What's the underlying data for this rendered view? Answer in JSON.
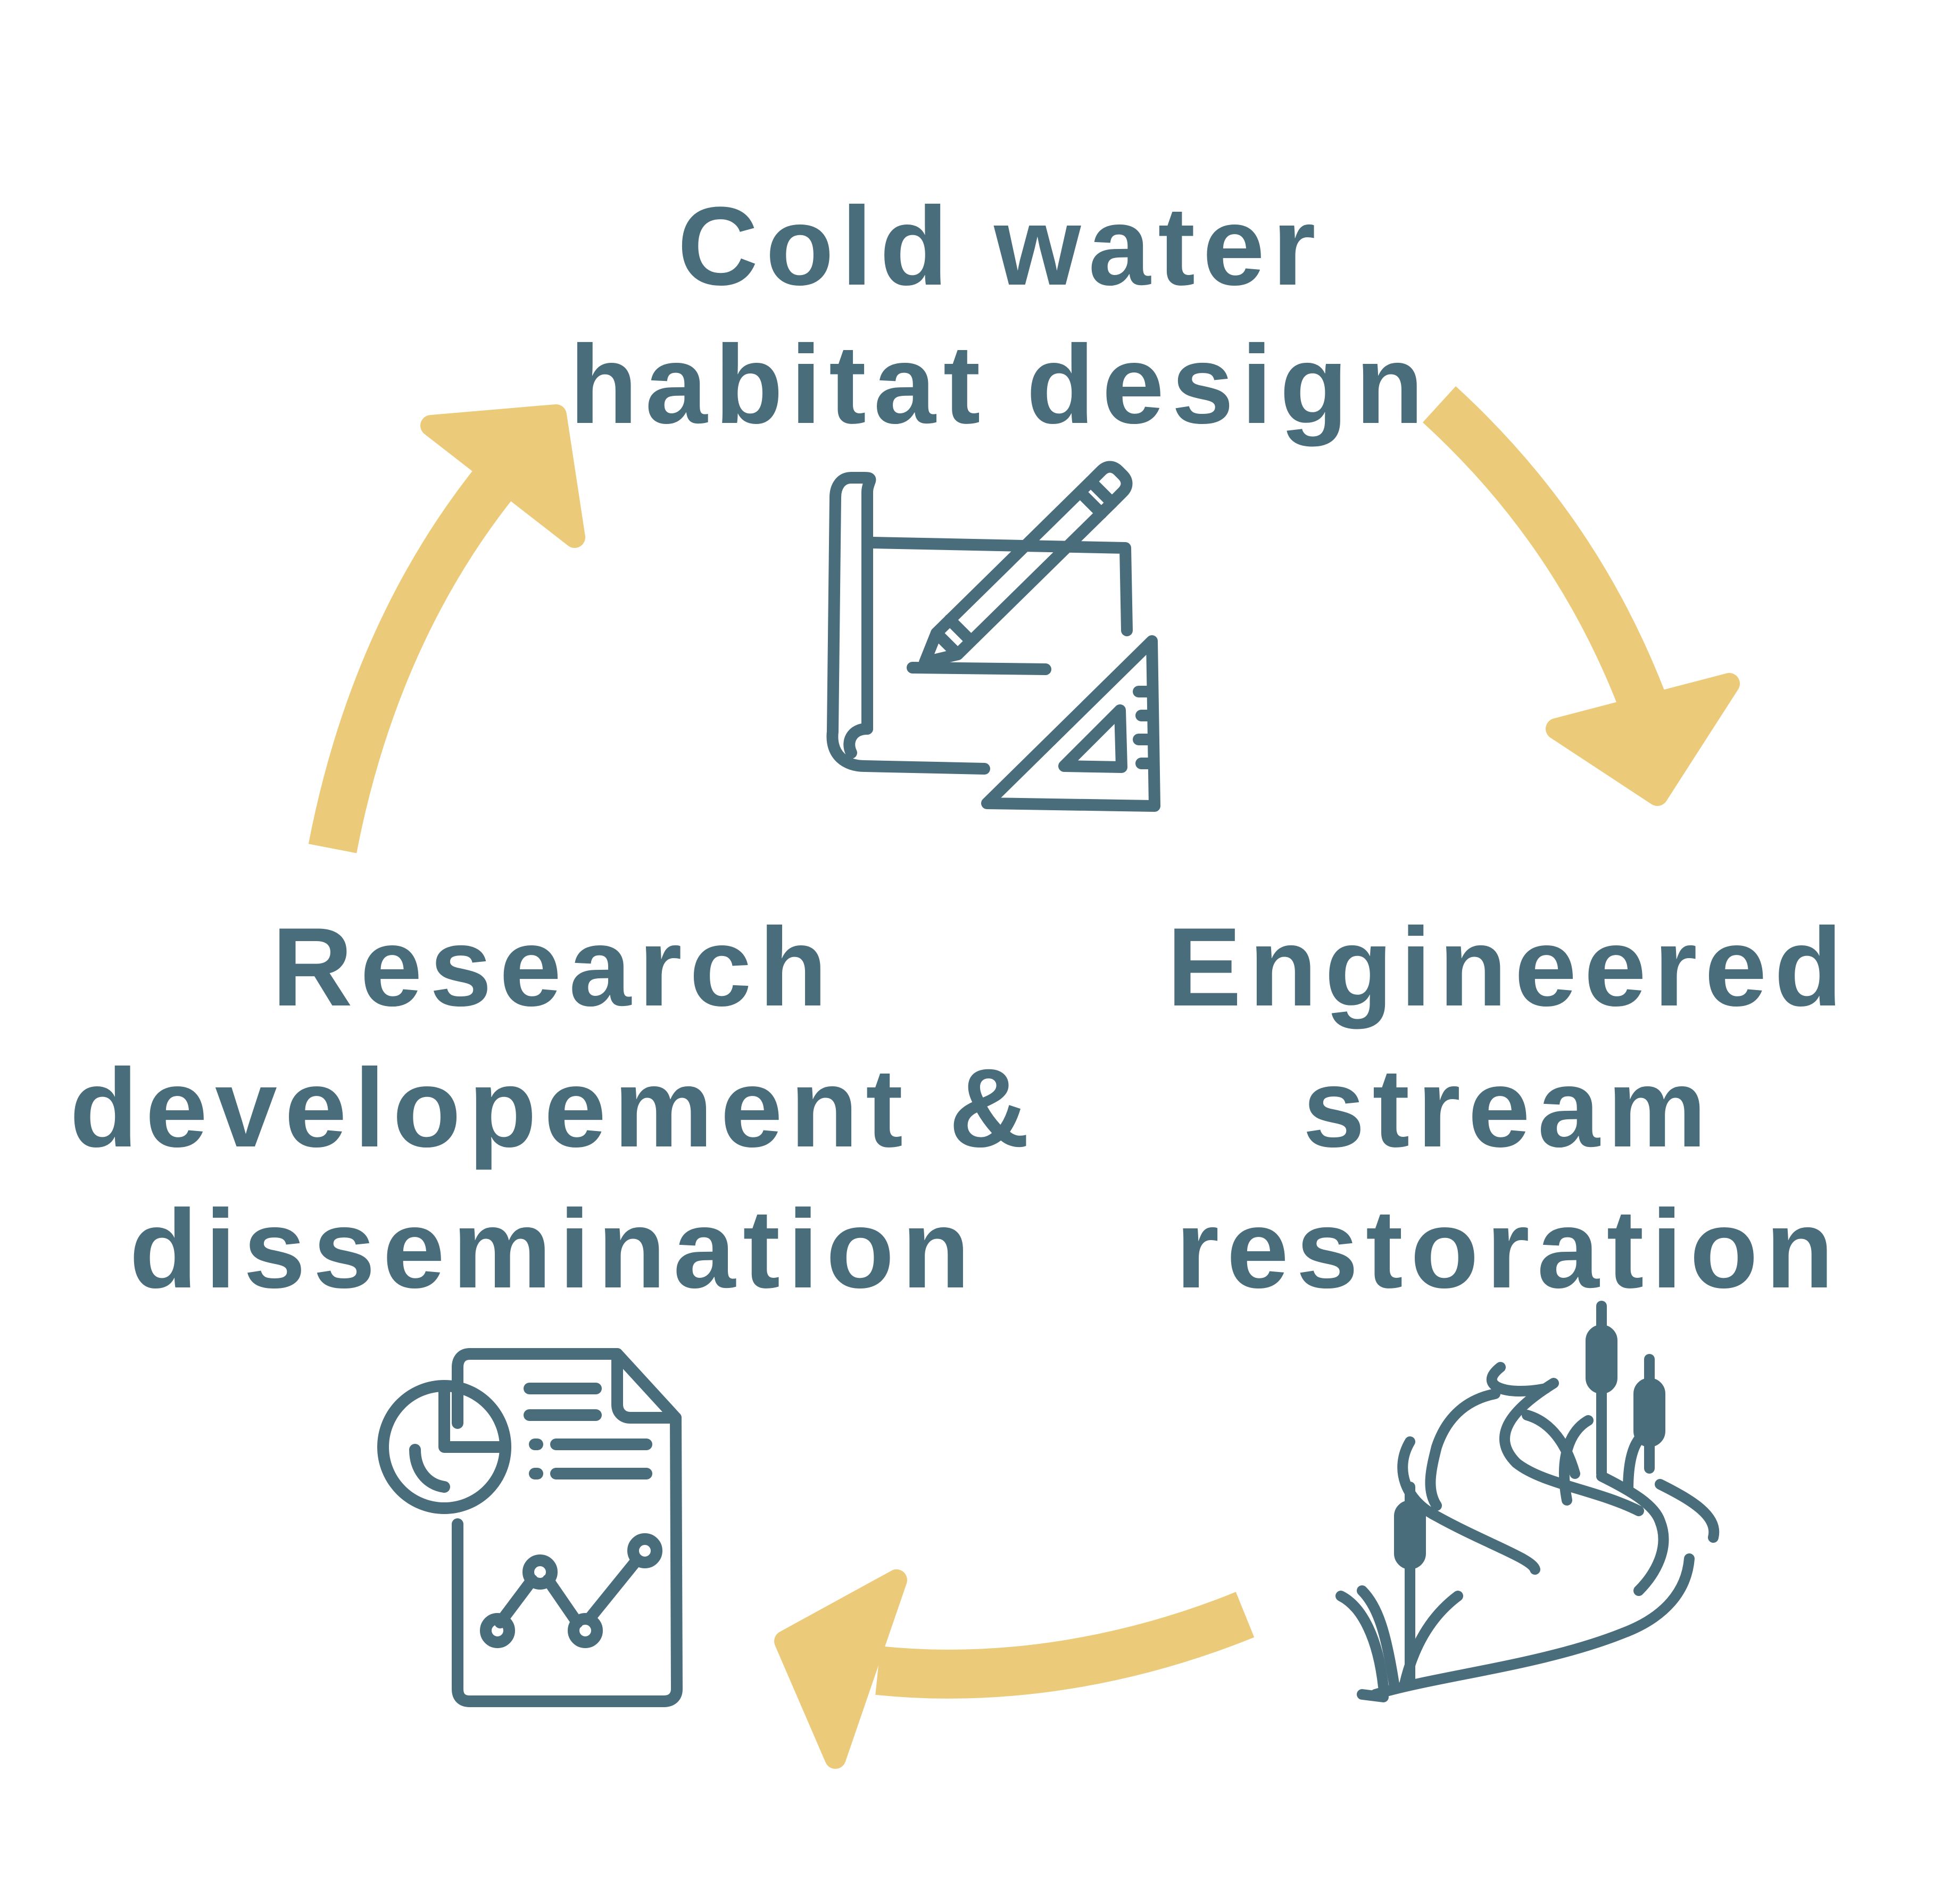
{
  "colors": {
    "text": "#4a6d7c",
    "icon": "#4a6d7c",
    "arrow": "#ebcb7a",
    "background": "#ffffff"
  },
  "nodes": [
    {
      "id": "cold-water-habitat-design",
      "lines": [
        "Cold water",
        "habitat design"
      ],
      "icon": "blueprint-pencil-icon"
    },
    {
      "id": "engineered-stream-restoration",
      "lines": [
        "Engineered",
        "stream",
        "restoration"
      ],
      "icon": "stream-cattail-icon"
    },
    {
      "id": "research-development-dissemination",
      "lines": [
        "Research",
        "developement &",
        "dissemination"
      ],
      "icon": "report-chart-icon"
    }
  ],
  "cycle": {
    "direction": "clockwise",
    "arrows": [
      {
        "from": "cold-water-habitat-design",
        "to": "engineered-stream-restoration"
      },
      {
        "from": "engineered-stream-restoration",
        "to": "research-development-dissemination"
      },
      {
        "from": "research-development-dissemination",
        "to": "cold-water-habitat-design"
      }
    ]
  }
}
